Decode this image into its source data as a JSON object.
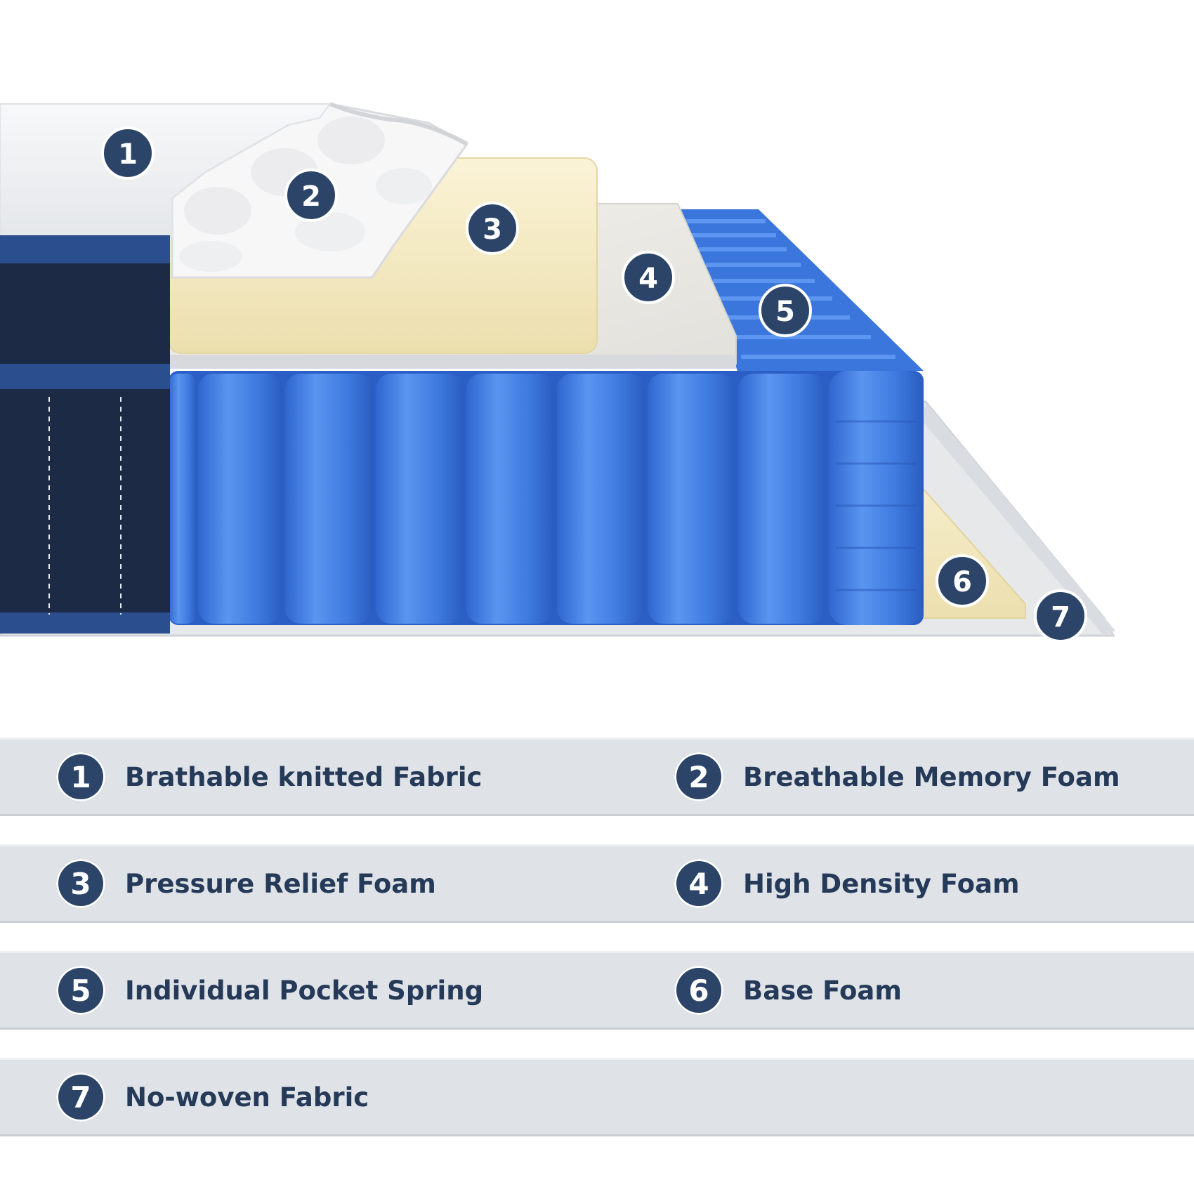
{
  "colors": {
    "navy": "#2b4468",
    "cover_dark": "#1c2a45",
    "spring_blue": "#3f7be0",
    "foam_cream": "#f4ecc8",
    "legend_band": "#dfe2e7"
  },
  "layers": [
    {
      "number": "1",
      "label": "Brathable knitted Fabric"
    },
    {
      "number": "2",
      "label": "Breathable Memory Foam"
    },
    {
      "number": "3",
      "label": "Pressure Relief Foam"
    },
    {
      "number": "4",
      "label": "High Density Foam"
    },
    {
      "number": "5",
      "label": "Individual Pocket Spring"
    },
    {
      "number": "6",
      "label": "Base Foam"
    },
    {
      "number": "7",
      "label": "No-woven Fabric"
    }
  ]
}
